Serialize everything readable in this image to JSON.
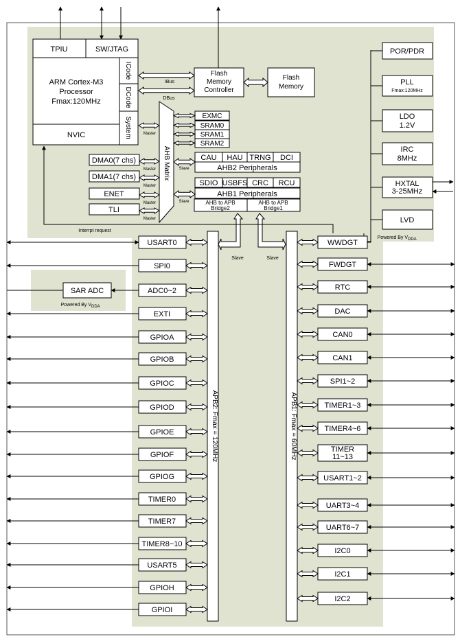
{
  "core": {
    "tpiu": "TPIU",
    "swjtag": "SW/JTAG",
    "cpu_line1": "ARM Cortex-M3",
    "cpu_line2": "Processor",
    "cpu_line3": "Fmax:120MHz",
    "nvic": "NVIC",
    "icode": "ICode",
    "dcode": "DCode",
    "system": "System"
  },
  "memory": {
    "ibus": "IBus",
    "dbus": "DBus",
    "fmc_line1": "Flash",
    "fmc_line2": "Memory",
    "fmc_line3": "Controller",
    "flash_line1": "Flash",
    "flash_line2": "Memory"
  },
  "ahb": {
    "matrix": "AHB Matrix",
    "master": "Master",
    "slave": "Slave",
    "interrupt_request": "Interrpt request",
    "exmc": "EXMC",
    "sram0": "SRAM0",
    "sram1": "SRAM1",
    "sram2": "SRAM2",
    "ahb2_items": [
      "CAU",
      "HAU",
      "TRNG",
      "DCI"
    ],
    "ahb2_label": "AHB2 Peripherals",
    "ahb1_items": [
      "SDIO",
      "USBFS",
      "CRC",
      "RCU"
    ],
    "ahb1_label": "AHB1 Peripherals",
    "bridge2_line1": "AHB to APB",
    "bridge2_line2": "Bridge2",
    "bridge1_line1": "AHB to APB",
    "bridge1_line2": "Bridge1",
    "masters": [
      "DMA0(7 chs)",
      "DMA1(7 chs)",
      "ENET",
      "TLI"
    ]
  },
  "power": {
    "items": [
      "POR/PDR",
      "LDO",
      "IRC",
      "LVD"
    ],
    "pll": "PLL",
    "pll_sub": "Fmax:120MHz",
    "ldo_sub": "1.2V",
    "irc_sub": "8MHz",
    "hxtal": "HXTAL",
    "hxtal_sub": "3-25MHz",
    "powered_by": "Powered By V",
    "powered_by_sub": "DDA"
  },
  "adc": {
    "sar_adc": "SAR ADC",
    "powered_by": "Powered By V",
    "powered_by_sub": "DDA"
  },
  "apb2": {
    "bus_label": "APB2: Fmax = 120MHz",
    "slave": "Slave",
    "peripherals": [
      "USART0",
      "SPI0",
      "ADC0~2",
      "EXTI",
      "GPIOA",
      "GPIOB",
      "GPIOC",
      "GPIOD",
      "GPIOE",
      "GPIOF",
      "GPIOG",
      "TIMER0",
      "TIMER7",
      "TIMER8~10",
      "USART5",
      "GPIOH",
      "GPIOI"
    ]
  },
  "apb1": {
    "bus_label": "APB1: Fmax = 60MHz",
    "slave": "Slave",
    "peripherals": [
      "WWDGT",
      "FWDGT",
      "RTC",
      "DAC",
      "CAN0",
      "CAN1",
      "SPI1~2",
      "TIMER1~3",
      "TIMER4~6",
      "TIMER",
      "USART1~2",
      "UART3~4",
      "UART6~7",
      "I2C0",
      "I2C1",
      "I2C2"
    ],
    "timer_sub": "11~13"
  }
}
